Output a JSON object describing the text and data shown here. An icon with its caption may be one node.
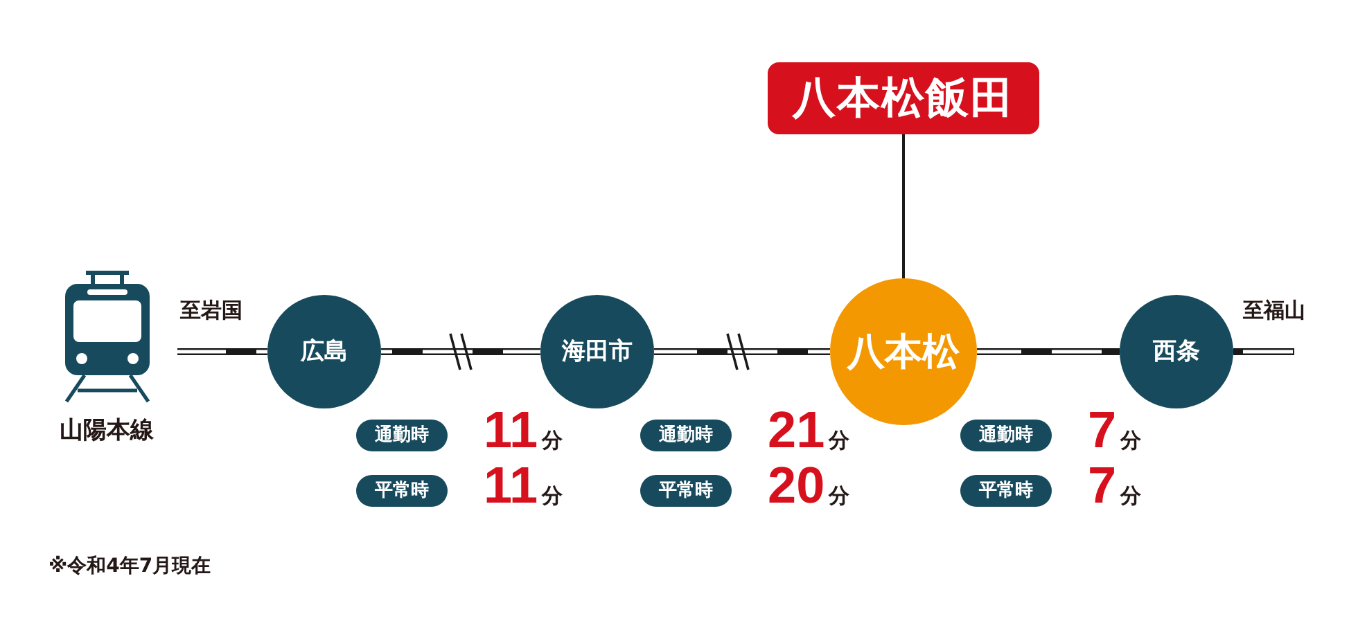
{
  "diagram": {
    "nodes": [
      {
        "text": [
          "八本松飯田"
        ]
      },
      {
        "text": [
          "広島"
        ]
      },
      {
        "text": [
          "海田市"
        ]
      },
      {
        "text": [
          "八本松"
        ]
      },
      {
        "text": [
          "西条"
        ]
      },
      {
        "text": [
          "通勤時"
        ],
        "beside": [
          "11",
          "分"
        ]
      },
      {
        "text": [
          "通勤時"
        ],
        "beside": [
          "21",
          "分"
        ]
      },
      {
        "text": [
          "通勤時"
        ],
        "beside": [
          "7",
          "分"
        ]
      },
      {
        "text": [
          "平常時"
        ],
        "beside": [
          "11",
          "分"
        ]
      },
      {
        "text": [
          "平常時"
        ],
        "beside": [
          "20",
          "分"
        ]
      },
      {
        "text": [
          "平常時"
        ],
        "beside": [
          "7",
          "分"
        ]
      }
    ],
    "edges": [
      {
        "from": null,
        "to": 1,
        "arrow": "none",
        "label": "至岩国"
      },
      {
        "from": 1,
        "to": 2,
        "arrow": "none"
      },
      {
        "from": 2,
        "to": 3,
        "arrow": "none"
      },
      {
        "from": 3,
        "to": 4,
        "arrow": "none"
      },
      {
        "from": 4,
        "to": null,
        "arrow": "none",
        "label": "至福山"
      },
      {
        "from": 0,
        "to": 3,
        "arrow": "none"
      }
    ],
    "labels": [
      "山陽本線",
      "※令和4年7月現在"
    ]
  }
}
